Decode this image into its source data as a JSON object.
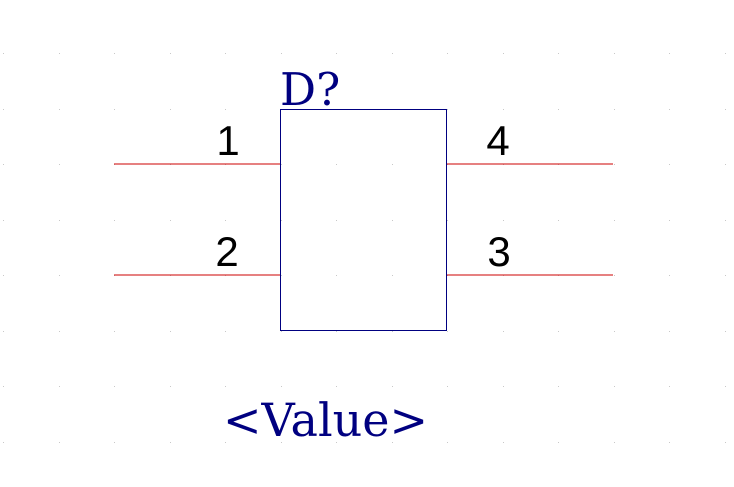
{
  "component": {
    "reference": "D?",
    "value": "<Value>",
    "body_color": "#000080",
    "label_color": "#000080",
    "pin_line_color": "#cc0000",
    "pin_number_color": "#000000"
  },
  "pins": {
    "p1": {
      "number": "1",
      "side": "left"
    },
    "p2": {
      "number": "2",
      "side": "left"
    },
    "p3": {
      "number": "3",
      "side": "right"
    },
    "p4": {
      "number": "4",
      "side": "right"
    }
  },
  "grid": {
    "visible": true,
    "dot_color": "#c8c8c8"
  }
}
